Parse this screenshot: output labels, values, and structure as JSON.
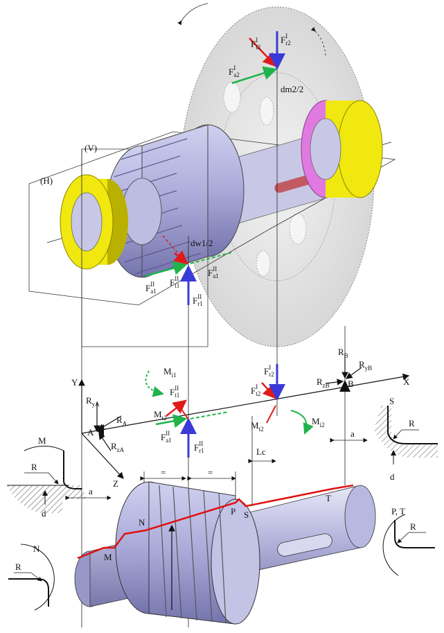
{
  "colors": {
    "bearing": "#f0e80f",
    "bearing_dark": "#b9b000",
    "gear": "#a9a9d8",
    "gear_dark": "#6f6fa8",
    "wheel": "#e6e6e6",
    "force_red": "#e01a1a",
    "force_blue": "#3a3ad8",
    "force_green": "#1fb34a",
    "profile_red": "#e01010",
    "magenta": "#e07ae0"
  },
  "planes": {
    "vertical": "(V)",
    "horizontal": "(H)"
  },
  "forces_3d": {
    "Ft2": {
      "main": "F",
      "sup": "I",
      "sub": "t2"
    },
    "Fr2": {
      "main": "F",
      "sup": "I",
      "sub": "r2"
    },
    "Fa2": {
      "main": "F",
      "sup": "I",
      "sub": "a2"
    },
    "dm2": "dm2/2",
    "dw1": "dw1/2",
    "Fa1_left": {
      "main": "F",
      "sup": "II",
      "sub": "a1"
    },
    "Ft1": {
      "main": "F",
      "sup": "II",
      "sub": "t1"
    },
    "Fa1_right": {
      "main": "F",
      "sup": "II",
      "sub": "a1"
    },
    "Fr1": {
      "main": "F",
      "sup": "II",
      "sub": "r1"
    }
  },
  "scheme": {
    "axis_x": "X",
    "axis_y": "Y",
    "axis_z": "Z",
    "A": "A",
    "B": "B",
    "RA": {
      "main": "R",
      "sub": "A"
    },
    "RyA": {
      "main": "R",
      "sub": "yA"
    },
    "RzA": {
      "main": "R",
      "sub": "zA"
    },
    "RB": {
      "main": "R",
      "sub": "B"
    },
    "RyB": {
      "main": "R",
      "sub": "yB"
    },
    "RzB": {
      "main": "R",
      "sub": "zB"
    },
    "Mi1": {
      "main": "M",
      "sub": "i1"
    },
    "Mi2": {
      "main": "M",
      "sub": "i2"
    },
    "Mt2_left": {
      "main": "M",
      "sub": "t2"
    },
    "Mt2_right": {
      "main": "M",
      "sub": "t2"
    },
    "Ft1": {
      "main": "F",
      "sup": "II",
      "sub": "t1"
    },
    "Fa1": {
      "main": "F",
      "sup": "II",
      "sub": "a1"
    },
    "Fr1": {
      "main": "F",
      "sup": "II",
      "sub": "r1"
    },
    "Ft2": {
      "main": "F",
      "sup": "I",
      "sub": "t2"
    },
    "Fr2": {
      "main": "F",
      "sup": "I",
      "sub": "r2"
    }
  },
  "dimensions": {
    "eq_left": "=",
    "eq_right": "=",
    "Lc": "Lc",
    "a_left": "a",
    "a_right": "a"
  },
  "details": {
    "M": {
      "title": "M",
      "R": "R",
      "d": "d"
    },
    "S": {
      "title": "S",
      "R": "R",
      "d": "d"
    },
    "N": {
      "title": "N",
      "R": "R"
    },
    "PT": {
      "title": "P, T",
      "R": "R"
    }
  },
  "shaft_points": {
    "M": "M",
    "N": "N",
    "P": "P",
    "S": "S",
    "T": "T"
  }
}
